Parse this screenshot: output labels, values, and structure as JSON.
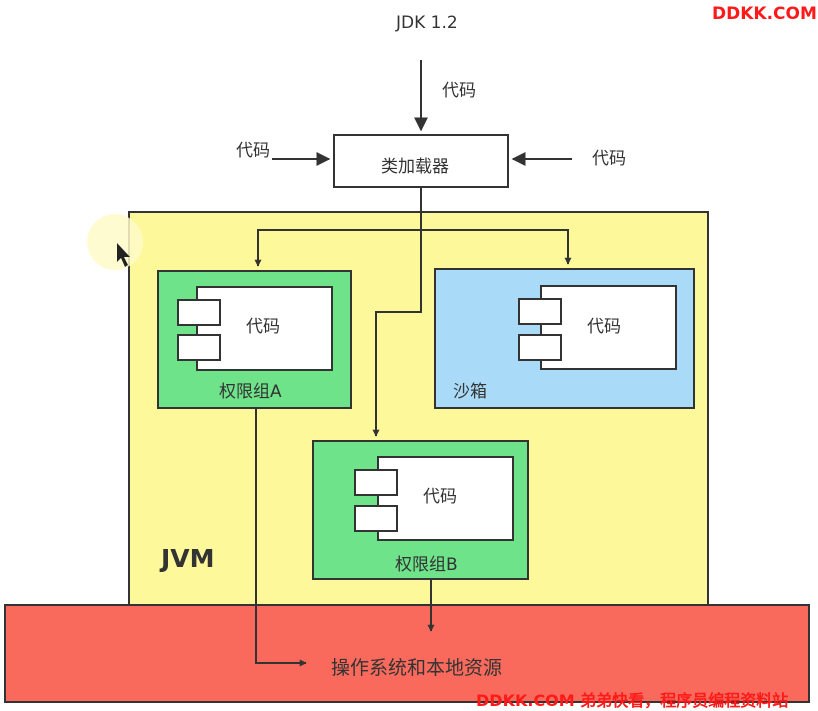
{
  "header": {
    "title": "JDK 1.2"
  },
  "watermark": {
    "top": "DDKK.COM",
    "bottom": "DDKK.COM 弟弟快看，程序员编程资料站"
  },
  "inputs": {
    "top": "代码",
    "left": "代码",
    "right": "代码"
  },
  "loader": {
    "label": "类加载器"
  },
  "jvm": {
    "label": "JVM"
  },
  "perm_a": {
    "code": "代码",
    "label": "权限组A"
  },
  "sandbox": {
    "code": "代码",
    "label": "沙箱"
  },
  "perm_b": {
    "code": "代码",
    "label": "权限组B"
  },
  "os": {
    "label": "操作系统和本地资源"
  },
  "colors": {
    "jvm": "#fdf89a",
    "permission_group": "#6ee38a",
    "sandbox": "#a9dbf9",
    "os": "#f96a5c",
    "watermark": "#ff1a1a"
  }
}
